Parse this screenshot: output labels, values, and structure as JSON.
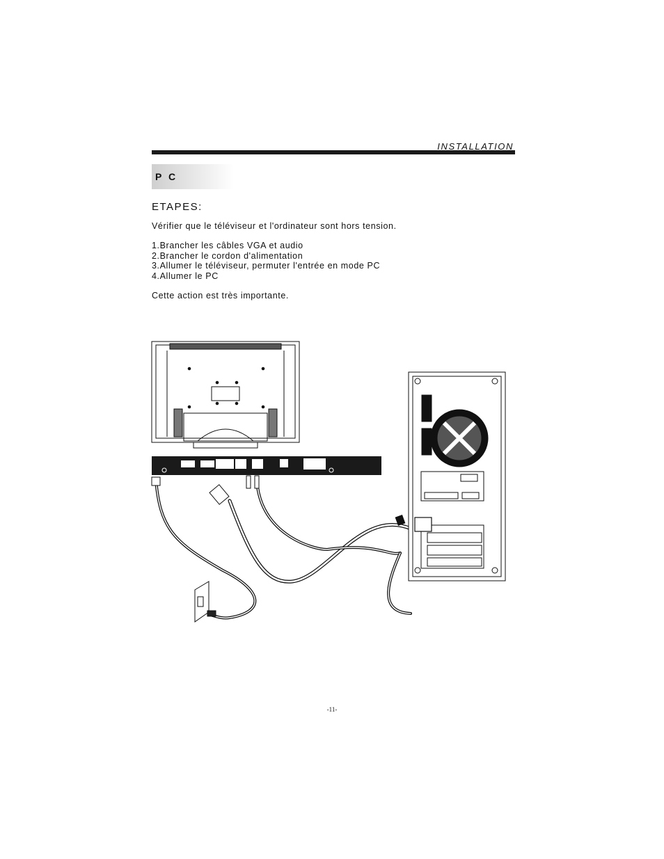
{
  "header": {
    "section_label": "INSTALLATION"
  },
  "section": {
    "tab_label": "P C"
  },
  "content": {
    "title": "ETAPES:",
    "intro": "Vérifier que le téléviseur et l'ordinateur sont hors tension.",
    "steps": [
      "1.Brancher les câbles VGA et audio",
      "2.Brancher le cordon d'alimentation",
      "3.Allumer le téléviseur, permuter l'entrée en mode PC",
      "4.Allumer le PC"
    ],
    "note": "Cette action est très importante."
  },
  "footer": {
    "page_number": "-11-"
  },
  "diagram": {
    "items": [
      "tv-back-panel",
      "tv-connector-strip",
      "power-outlet",
      "pc-rear-panel",
      "vga-cable",
      "audio-cable",
      "power-cord"
    ]
  }
}
